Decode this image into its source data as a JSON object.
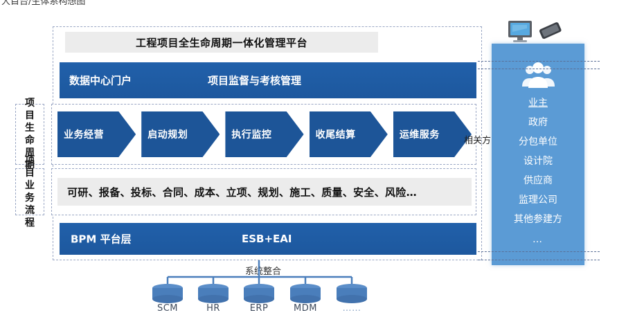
{
  "caption": "大目台/生体系构想图",
  "platform": {
    "title": "工程项目全生命周期一体化管理平台",
    "portal": {
      "left_label": "数据中心门户",
      "right_label": "项目监督与考核管理"
    },
    "lifecycle": {
      "side_label": "项目生命周期",
      "stages": [
        "业务经营",
        "启动规划",
        "执行监控",
        "收尾结算",
        "运维服务"
      ]
    },
    "business_process": {
      "side_label": "项目业务流程",
      "items_text": "可研、报备、投标、合同、成本、立项、规划、施工、质量、安全、风险…"
    },
    "bpm": {
      "left_label": "BPM  平台层",
      "right_label": "ESB+EAI"
    }
  },
  "stakeholders": {
    "related_label": "相关方",
    "icon": "people-group-icon",
    "devices": [
      "monitor-icon",
      "smartphone-icon"
    ],
    "items": [
      "业主",
      "政府",
      "分包单位",
      "设计院",
      "供应商",
      "监理公司",
      "其他参建方",
      "…"
    ]
  },
  "systems": {
    "label": "系统整合",
    "nodes": [
      "SCM",
      "HR",
      "ERP",
      "MDM",
      "……"
    ]
  },
  "colors": {
    "dark_blue": "#1f5ca4",
    "chevron_blue": "#1d5598",
    "panel_blue": "#5b9bd5",
    "band_gray": "#ececec",
    "dash_border": "#9aa7c4",
    "cylinder_blue": "#4a7ebb"
  }
}
